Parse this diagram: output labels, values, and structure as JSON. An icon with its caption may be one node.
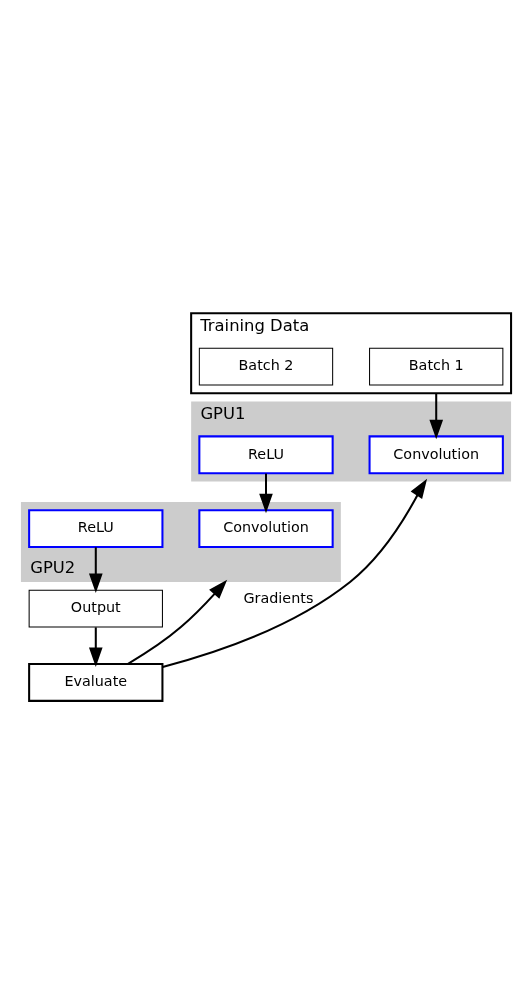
{
  "diagram": {
    "nodes": [
      {
        "text": [
          "Training Data"
        ]
      },
      {
        "text": [
          "Batch 1"
        ],
        "in": 0
      },
      {
        "text": [
          "Batch 2"
        ],
        "in": 0
      },
      {
        "text": [
          "GPU1"
        ]
      },
      {
        "text": [
          "Convolution"
        ],
        "in": 3
      },
      {
        "text": [
          "ReLU"
        ],
        "in": 3
      },
      {
        "text": [
          "GPU2"
        ]
      },
      {
        "text": [
          "Convolution"
        ],
        "in": 6
      },
      {
        "text": [
          "ReLU"
        ],
        "in": 6
      },
      {
        "text": [
          "Output"
        ]
      },
      {
        "text": [
          "Evaluate"
        ]
      }
    ],
    "edges": [
      {
        "from": 0,
        "to": 4,
        "arrow": "to"
      },
      {
        "from": 5,
        "to": 7,
        "arrow": "to"
      },
      {
        "from": 8,
        "to": 9,
        "arrow": "to"
      },
      {
        "from": 9,
        "to": 10,
        "arrow": "to"
      },
      {
        "from": 10,
        "to": 3,
        "arrow": "to",
        "label": "Gradients"
      },
      {
        "from": 10,
        "to": 6,
        "arrow": "to"
      }
    ]
  }
}
